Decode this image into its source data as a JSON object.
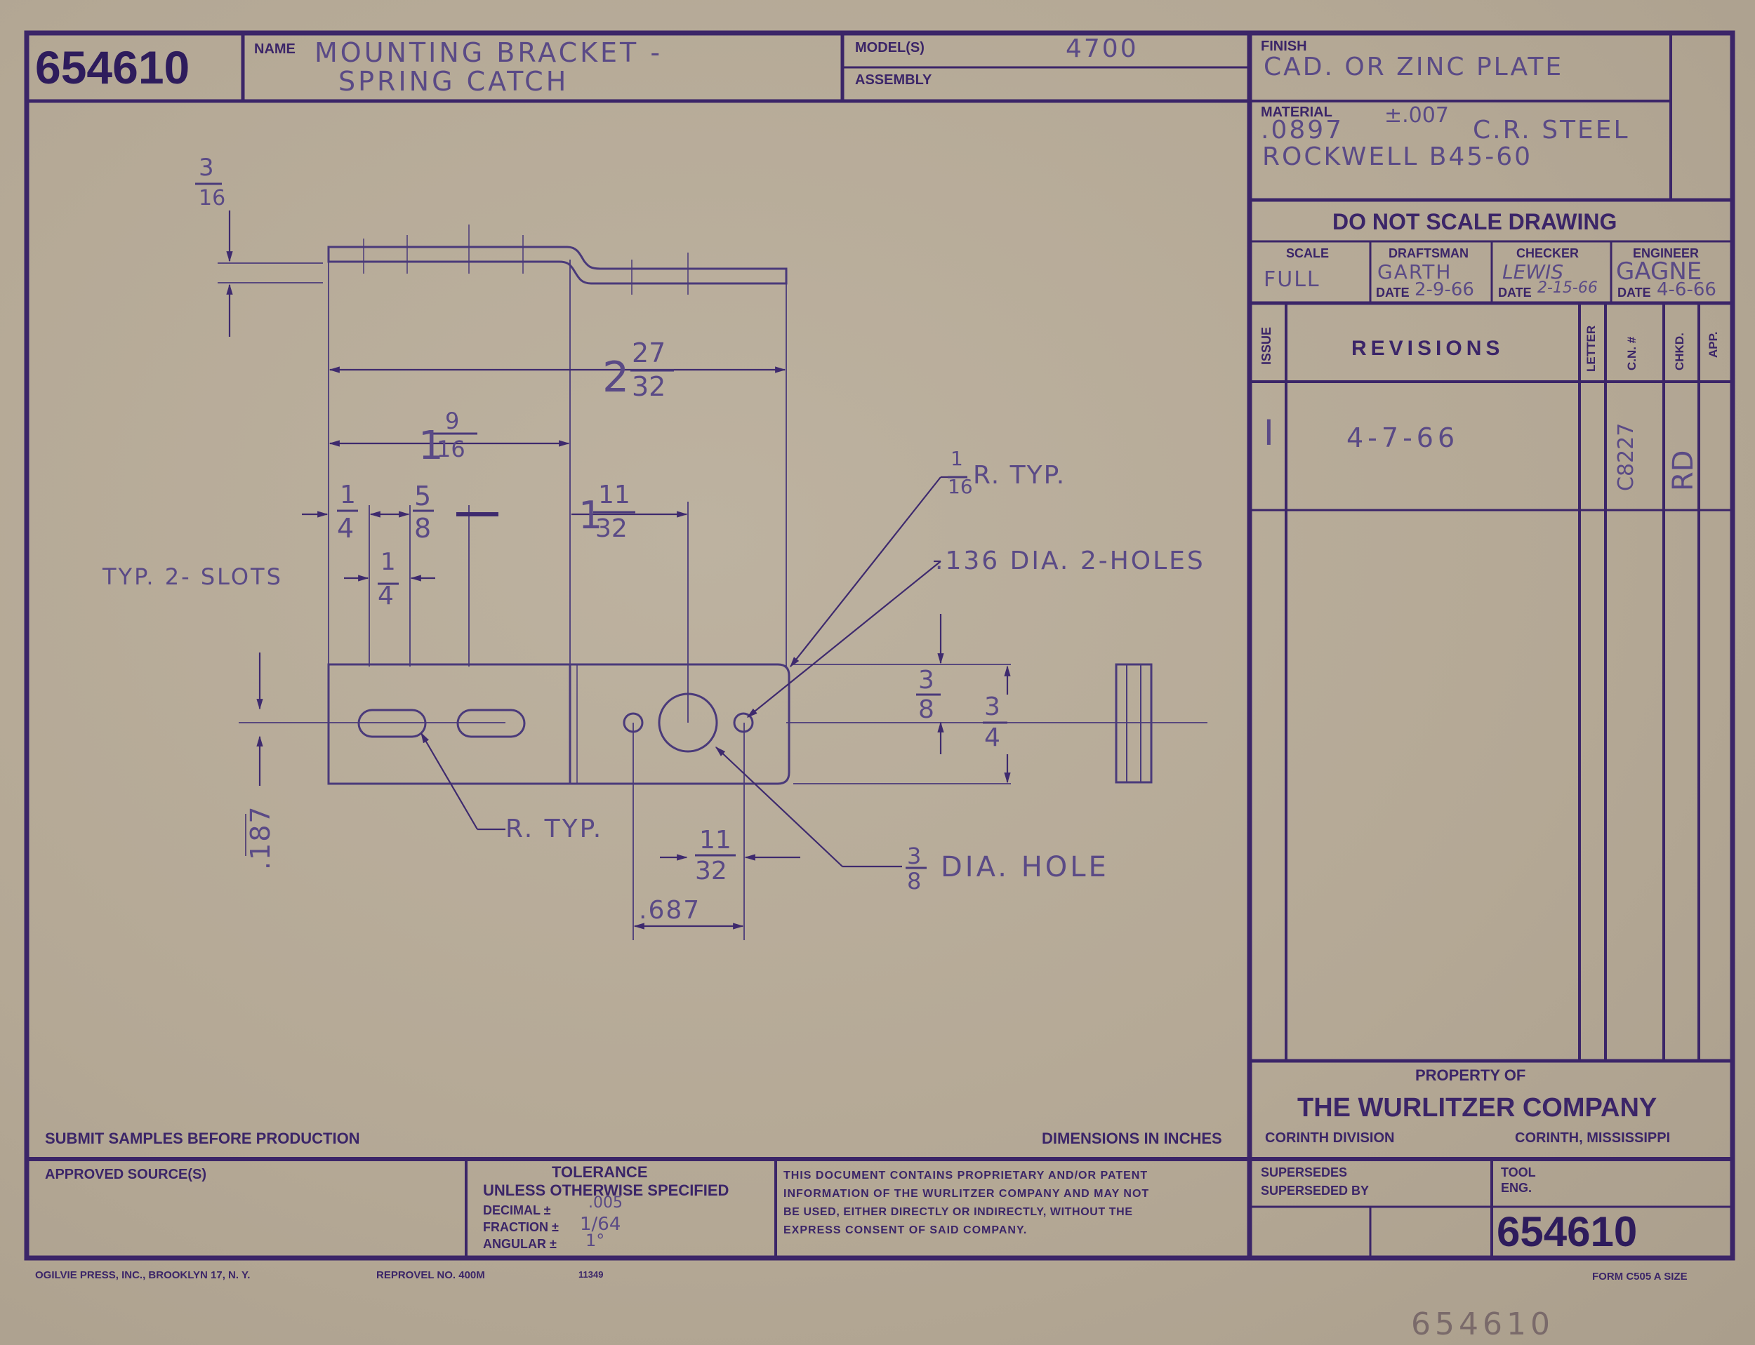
{
  "title_block": {
    "part_number": "654610",
    "name_label": "NAME",
    "name_line1": "MOUNTING BRACKET -",
    "name_line2": "SPRING CATCH",
    "models_label": "MODEL(S)",
    "model_value": "4700",
    "assembly_label": "ASSEMBLY",
    "finish_label": "FINISH",
    "finish_value": "CAD. OR ZINC PLATE",
    "material_label": "MATERIAL",
    "material_line1_a": ".0897",
    "material_line1_tol": "±.007",
    "material_line1_b": "C.R. STEEL",
    "material_line2": "ROCKWELL B45-60",
    "do_not_scale": "DO NOT SCALE DRAWING",
    "scale_label": "SCALE",
    "scale_value": "FULL",
    "draftsman_label": "DRAFTSMAN",
    "draftsman_value": "GARTH",
    "draftsman_date_label": "DATE",
    "draftsman_date": "2-9-66",
    "checker_label": "CHECKER",
    "checker_value": "LEWIS",
    "checker_date_label": "DATE",
    "checker_date": "2-15-66",
    "engineer_label": "ENGINEER",
    "engineer_value": "GAGNE",
    "engineer_date_label": "DATE",
    "engineer_date": "4-6-66"
  },
  "revisions": {
    "issue_label": "ISSUE",
    "title": "REVISIONS",
    "letter_label": "LETTER",
    "cn_label": "C.N. #",
    "chkd_label": "CHKD.",
    "app_label": "APP.",
    "row1_issue": "I",
    "row1_date": "4-7-66",
    "row1_cn": "C8227",
    "row1_chkd": "RD"
  },
  "property": {
    "property_of": "PROPERTY OF",
    "company": "THE WURLITZER COMPANY",
    "division": "CORINTH DIVISION",
    "location": "CORINTH, MISSISSIPPI"
  },
  "bottom": {
    "submit_samples": "SUBMIT SAMPLES BEFORE PRODUCTION",
    "dimensions_in": "DIMENSIONS IN INCHES",
    "approved_sources": "APPROVED SOURCE(S)",
    "tolerance_title": "TOLERANCE",
    "tolerance_sub": "UNLESS OTHERWISE SPECIFIED",
    "decimal_label": "DECIMAL ±",
    "decimal_value": ".005",
    "fraction_label": "FRACTION ±",
    "fraction_value": "1/64",
    "angular_label": "ANGULAR ±",
    "angular_value": "1°",
    "proprietary_line1": "THIS DOCUMENT CONTAINS PROPRIETARY AND/OR PATENT",
    "proprietary_line2": "INFORMATION OF THE WURLITZER COMPANY AND MAY NOT",
    "proprietary_line3": "BE USED, EITHER DIRECTLY OR INDIRECTLY, WITHOUT THE",
    "proprietary_line4": "EXPRESS CONSENT OF SAID COMPANY.",
    "supersedes_label": "SUPERSEDES",
    "superseded_by_label": "SUPERSEDED BY",
    "tool_eng_line1": "TOOL",
    "tool_eng_line2": "ENG.",
    "part_number_bottom": "654610"
  },
  "footer": {
    "printer": "OGILVIE PRESS, INC., BROOKLYN 17, N. Y.",
    "reprovel": "REPROVEL NO. 400M",
    "code": "11349",
    "form": "FORM C505 A SIZE",
    "handwritten_number": "654610"
  },
  "drawing": {
    "dim_thickness_num": "3",
    "dim_thickness_den": "16",
    "dim_overall_whole": "2",
    "dim_overall_num": "27",
    "dim_overall_den": "32",
    "dim_bend_whole": "1",
    "dim_bend_num": "9",
    "dim_bend_den": "16",
    "dim_quarter_num": "1",
    "dim_quarter_den": "4",
    "dim_five_eighths_num": "5",
    "dim_five_eighths_den": "8",
    "dim_hole_pos_whole": "1",
    "dim_hole_pos_num": "11",
    "dim_hole_pos_den": "32",
    "typ_slots": "TYP. 2- SLOTS",
    "dim_slot_w_num": "1",
    "dim_slot_w_den": "4",
    "corner_r_num": "1",
    "corner_r_den": "16",
    "corner_r_text": "R. TYP.",
    "small_holes": ".136 DIA. 2-HOLES",
    "dim_height_3_8_num": "3",
    "dim_height_3_8_den": "8",
    "dim_height_3_4_num": "3",
    "dim_height_3_4_den": "4",
    "dim_187": ".187",
    "slot_r_typ": "R. TYP.",
    "dim_11_32_num": "11",
    "dim_11_32_den": "32",
    "big_hole_num": "3",
    "big_hole_den": "8",
    "big_hole_text": "DIA. HOLE",
    "dim_687": ".687"
  }
}
